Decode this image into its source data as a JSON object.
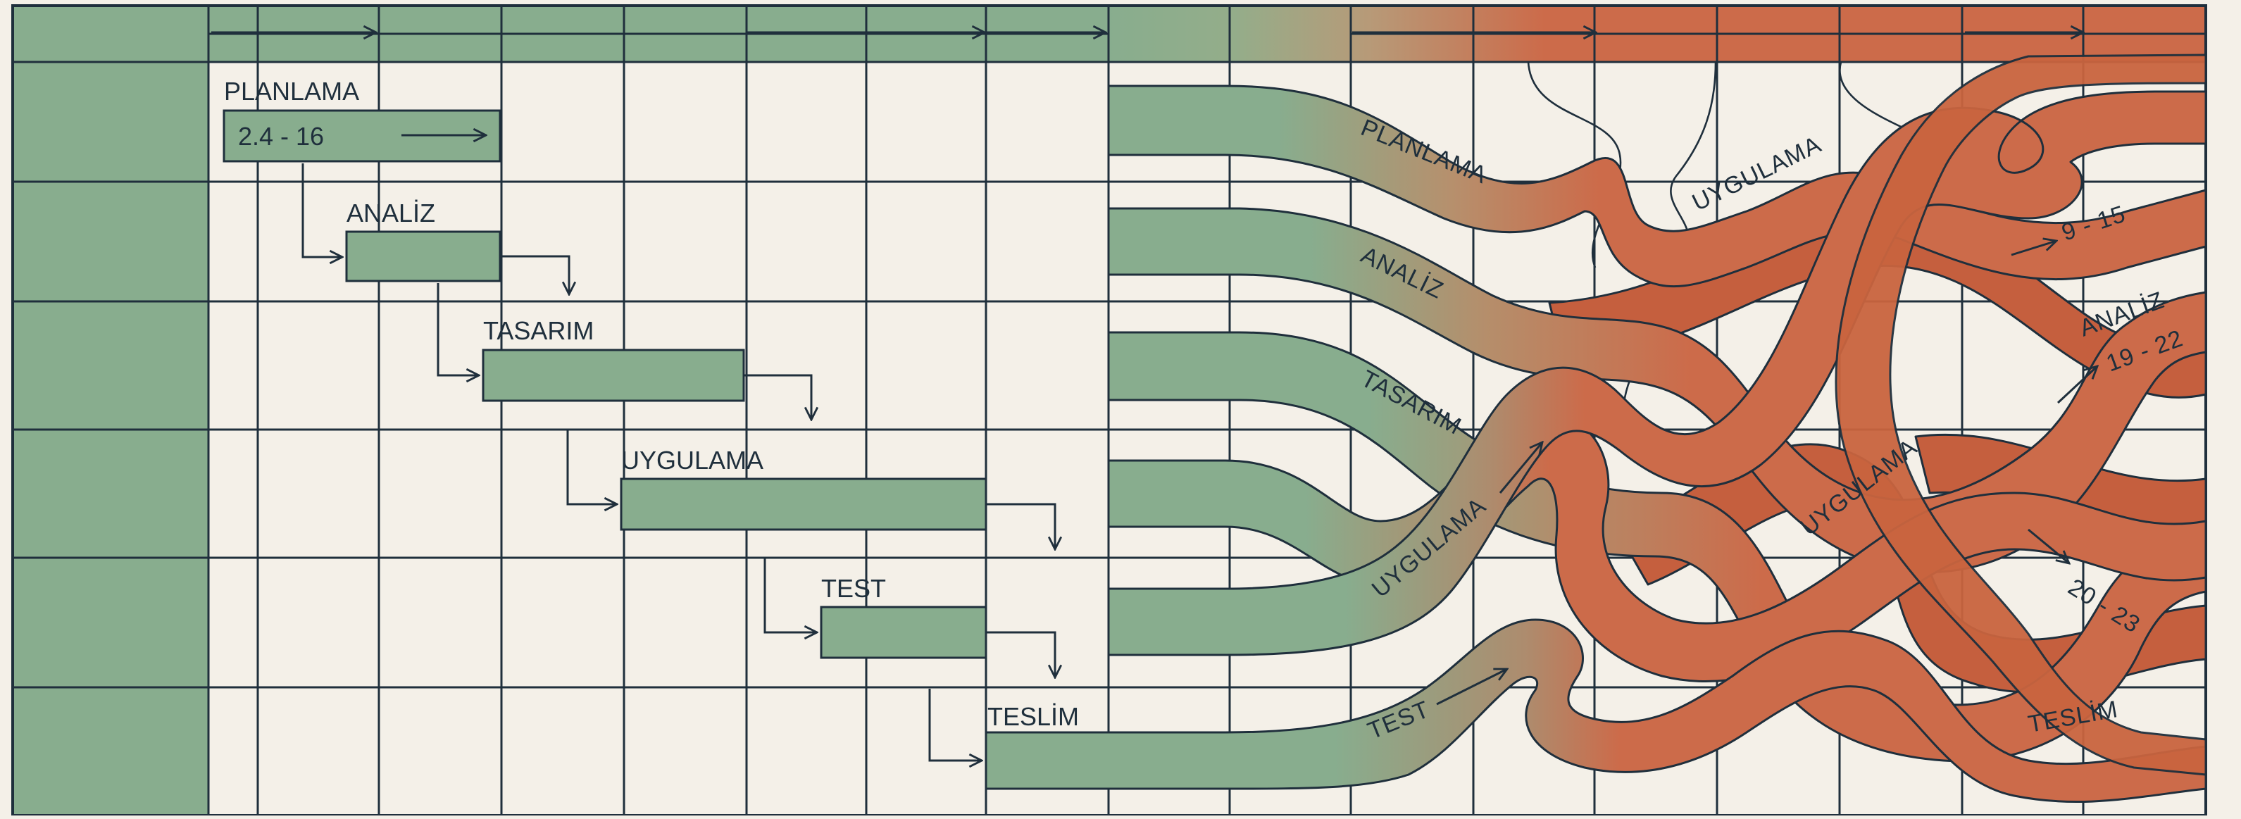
{
  "colors": {
    "background": "#f4f0e8",
    "green": "#88ad8e",
    "green_light": "#94b697",
    "orange": "#cc6b4a",
    "orange_deep": "#c55f3e",
    "ink": "#1f2f3c"
  },
  "phases": [
    {
      "id": "planlama",
      "label": "PLANLAMA",
      "bar_text": "2.4 - 16"
    },
    {
      "id": "analiz",
      "label": "ANALİZ"
    },
    {
      "id": "tasarim",
      "label": "TASARIM"
    },
    {
      "id": "uygulama",
      "label": "UYGULAMA"
    },
    {
      "id": "test",
      "label": "TEST"
    },
    {
      "id": "teslim",
      "label": "TESLİM"
    }
  ],
  "ribbon_labels": {
    "planlama": "PLANLAMA",
    "analiz": "ANALİZ",
    "tasarim": "TASARIM",
    "uygulama": "UYGULAMA",
    "test": "TEST"
  },
  "tangle_labels": {
    "uygulama_top": "UYGULAMA",
    "date_top": "9 - 15",
    "analiz_right": "ANALİZ",
    "date_analiz": "19 - 22",
    "uygulama_mid": "UYGULAMA",
    "date_mid": "20 - 23",
    "teslim": "TESLİM"
  }
}
